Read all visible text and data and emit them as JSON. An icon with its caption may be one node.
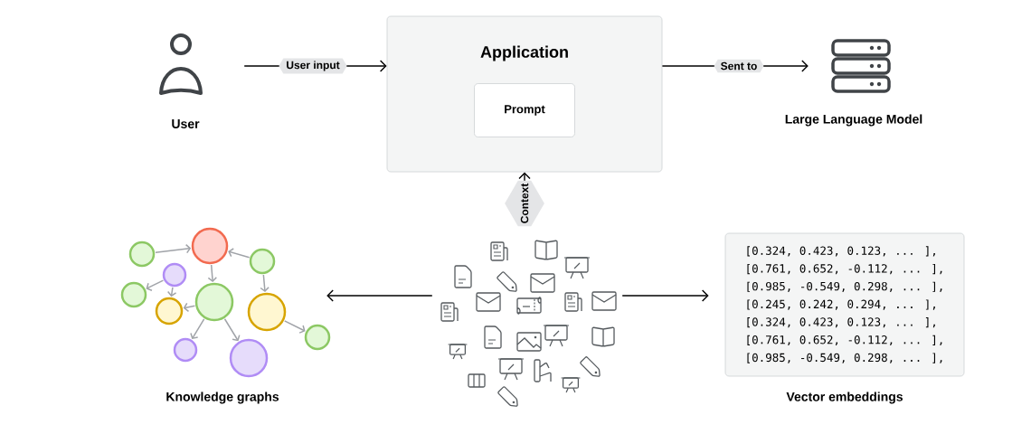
{
  "diagram": {
    "nodes": [
      {
        "text": [],
        "shape": "person",
        "beside": [
          "User"
        ]
      },
      {
        "text": [
          "Application"
        ]
      },
      {
        "text": [
          "Prompt"
        ],
        "in": 1
      },
      {
        "text": [],
        "shape": "picture",
        "beside": [
          "Large Language Model"
        ]
      },
      {
        "text": [],
        "shape": "picture"
      },
      {
        "text": [],
        "shape": "picture",
        "beside": [
          "Knowledge graphs"
        ]
      },
      {
        "text": [
          "[0.324, 0.423, 0.123, ... ],",
          "[0.761, 0.652, -0.112, ... ],",
          "[0.985, -0.549, 0.298, ... ],",
          "[0.245, 0.242, 0.294, ... ],",
          "[0.324, 0.423, 0.123, ... ],",
          "[0.761, 0.652, -0.112, ... ],",
          "[0.985, -0.549, 0.298, ... ],"
        ],
        "beside": [
          "Vector embeddings"
        ]
      }
    ],
    "edges": [
      {
        "from": 0,
        "to": 1,
        "arrow": "to",
        "label": "User input"
      },
      {
        "from": 1,
        "to": 3,
        "arrow": "to",
        "label": "Sent to"
      },
      {
        "from": 4,
        "to": 1,
        "arrow": "to",
        "label": "Context"
      },
      {
        "from": 4,
        "to": 5,
        "arrow": "to"
      },
      {
        "from": 4,
        "to": 6,
        "arrow": "to"
      }
    ]
  }
}
